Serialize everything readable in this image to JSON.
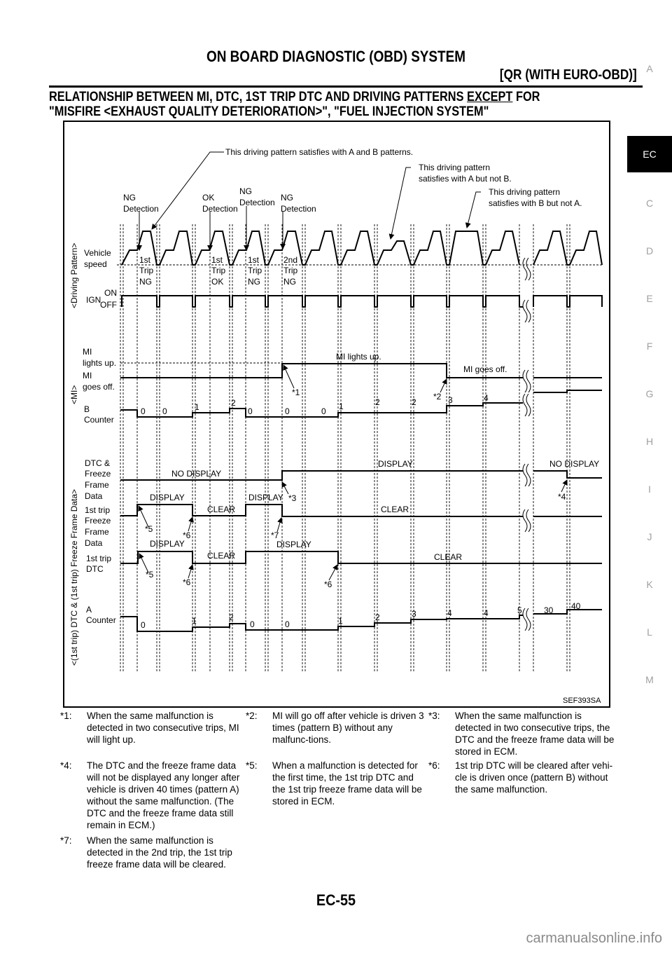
{
  "header": {
    "title": "ON BOARD DIAGNOSTIC (OBD) SYSTEM",
    "subtitle": "[QR (WITH EURO-OBD)]"
  },
  "section": {
    "title_part1": "RELATIONSHIP BETWEEN MI, DTC, 1ST TRIP DTC AND DRIVING PATTERNS ",
    "title_emph": "EXCEPT",
    "title_part2": "  FOR",
    "title_line2": "\"MISFIRE <EXHAUST QUALITY DETERIORATION>\", \"FUEL INJECTION SYSTEM\""
  },
  "side_tabs": [
    "A",
    "EC",
    "C",
    "D",
    "E",
    "F",
    "G",
    "H",
    "I",
    "J",
    "K",
    "L",
    "M"
  ],
  "active_tab": "EC",
  "figure": {
    "id": "SEF393SA",
    "callouts": {
      "ab": "This driving pattern satisfies with A and B patterns.",
      "a_not_b_1": "This driving pattern",
      "a_not_b_2": "satisfies with A but not B.",
      "b_not_a_1": "This driving pattern",
      "b_not_a_2": "satisfies with B but not A."
    },
    "detections": [
      {
        "l1": "NG",
        "l2": "Detection"
      },
      {
        "l1": "OK",
        "l2": "Detection"
      },
      {
        "l1": "NG",
        "l2": "Detection"
      },
      {
        "l1": "NG",
        "l2": "Detection"
      }
    ],
    "trips": [
      {
        "l1": "1st",
        "l2": "Trip",
        "l3": "NG"
      },
      {
        "l1": "1st",
        "l2": "Trip",
        "l3": "OK"
      },
      {
        "l1": "1st",
        "l2": "Trip",
        "l3": "NG"
      },
      {
        "l1": "2nd",
        "l2": "Trip",
        "l3": "NG"
      }
    ],
    "group_labels": {
      "driving": "<Driving Pattern>",
      "mi": "<MI>",
      "dtc": "<(1st trip) DTC & (1st trip) Freeze Frame Data>"
    },
    "row_labels": {
      "vehicle_speed_1": "Vehicle",
      "vehicle_speed_2": "speed",
      "ign": "IGN",
      "on": "ON",
      "off": "OFF",
      "mi_up_1": "MI",
      "mi_up_2": "lights up.",
      "mi_off_1": "MI",
      "mi_off_2": "goes off.",
      "b_counter_1": "B",
      "b_counter_2": "Counter",
      "dtc_ffd_1": "DTC &",
      "dtc_ffd_2": "Freeze",
      "dtc_ffd_3": "Frame",
      "dtc_ffd_4": "Data",
      "trip_ffd_1": "1st trip",
      "trip_ffd_2": "Freeze",
      "trip_ffd_3": "Frame",
      "trip_ffd_4": "Data",
      "trip_dtc_1": "1st trip",
      "trip_dtc_2": "DTC",
      "a_counter_1": "A",
      "a_counter_2": "Counter"
    },
    "state_labels": {
      "mi_lights_up": "MI lights up.",
      "mi_goes_off": "MI goes off.",
      "no_display": "NO DISPLAY",
      "display": "DISPLAY",
      "clear": "CLEAR"
    },
    "b_counter": [
      "0",
      "0",
      "1",
      "2",
      "0",
      "0",
      "0",
      "1",
      "2",
      "2",
      "3",
      "4"
    ],
    "a_counter": [
      "0",
      "1",
      "2",
      "0",
      "0",
      "1",
      "2",
      "3",
      "4",
      "4",
      "5",
      "30",
      "40"
    ],
    "markers": [
      "*1",
      "*2",
      "*3",
      "*4",
      "*5",
      "*6",
      "*7"
    ]
  },
  "notes": [
    {
      "key": "*1:",
      "text": "When the same malfunction is detected in two consecutive trips, MI will light up."
    },
    {
      "key": "*2:",
      "text": "MI will go off after vehicle is driven 3 times (pattern B) without any malfunc-tions."
    },
    {
      "key": "*3:",
      "text": "When the same malfunction is detected in two consecutive trips, the DTC and the freeze frame data will be stored in ECM."
    },
    {
      "key": "*4:",
      "text": "The DTC and the freeze frame data will not be displayed any longer after vehicle is driven 40 times (pattern A) without the same malfunction. (The DTC and the freeze frame data still remain in ECM.)"
    },
    {
      "key": "*5:",
      "text": "When a malfunction is detected for the first time, the 1st trip DTC and the 1st trip freeze frame data will be stored in ECM."
    },
    {
      "key": "*6:",
      "text": "1st trip DTC will be cleared after vehi-cle is driven once (pattern B) without the same malfunction."
    },
    {
      "key": "*7:",
      "text": "When the same malfunction is detected in the 2nd trip, the 1st trip freeze frame data will be cleared."
    }
  ],
  "footer": {
    "page": "EC-55",
    "watermark": "carmanualsonline.info"
  }
}
